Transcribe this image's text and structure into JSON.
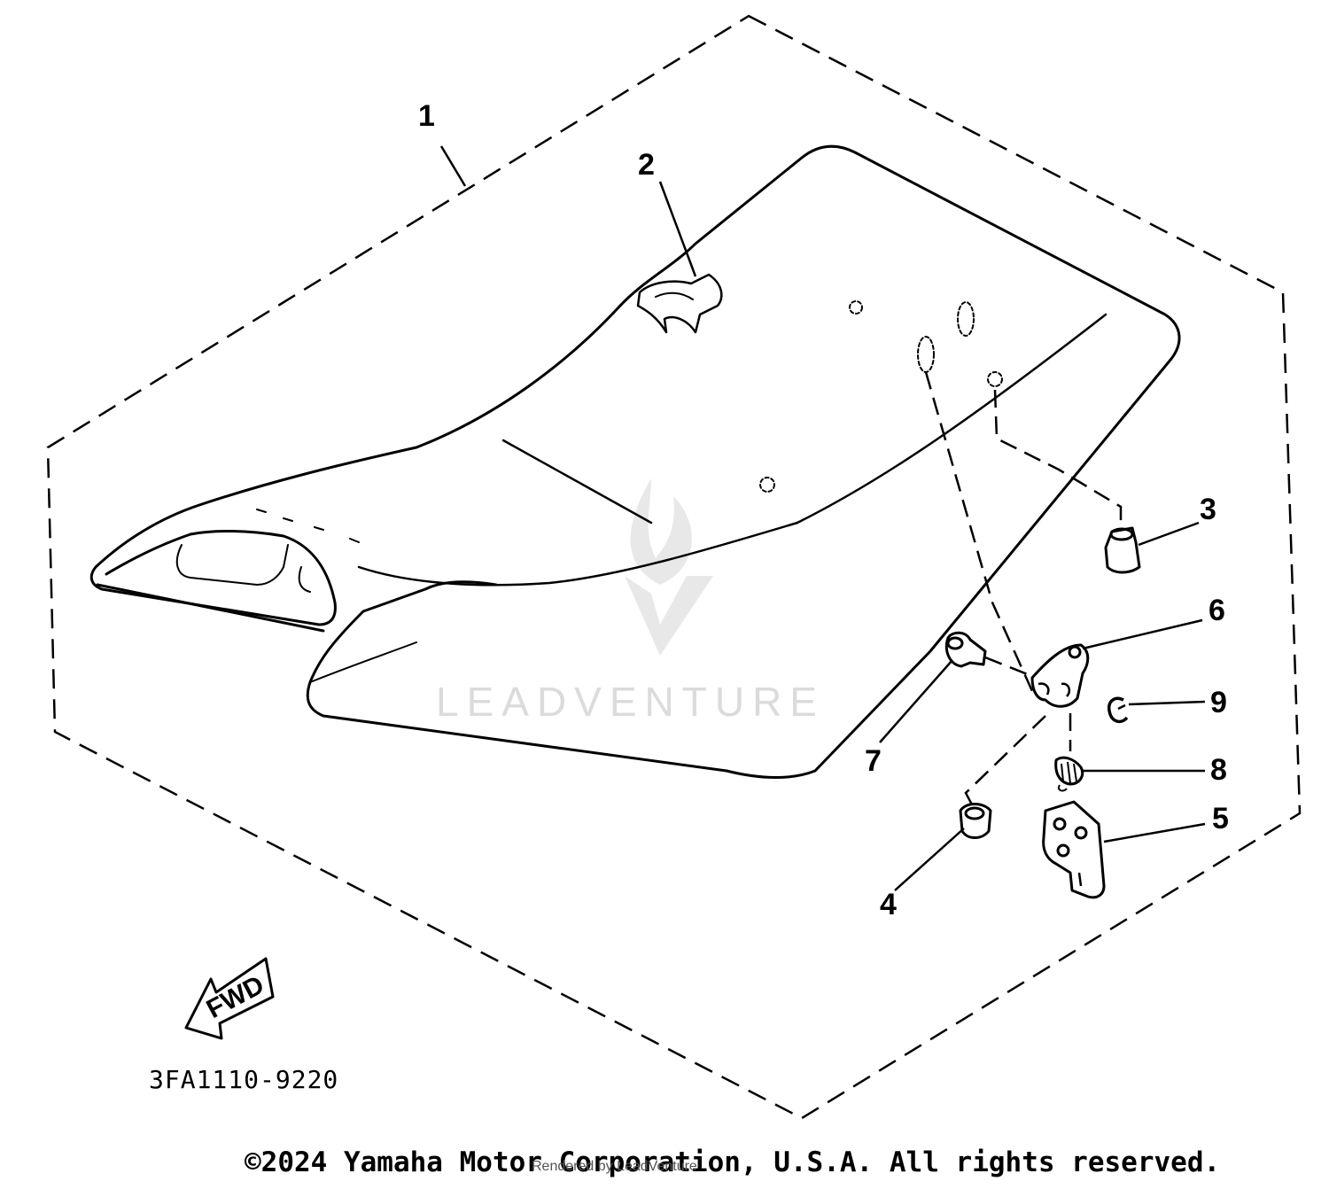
{
  "callouts": {
    "c1": "1",
    "c2": "2",
    "c3": "3",
    "c4": "4",
    "c5": "5",
    "c6": "6",
    "c7": "7",
    "c8": "8",
    "c9": "9"
  },
  "fwd_label": "FWD",
  "diagram_code": "3FA1110-9220",
  "watermark": "LEADVENTURE",
  "copyright": "©2024 Yamaha Motor Corporation, U.S.A. All rights reserved.",
  "rendered_by": "Rendered by LeadVenture"
}
